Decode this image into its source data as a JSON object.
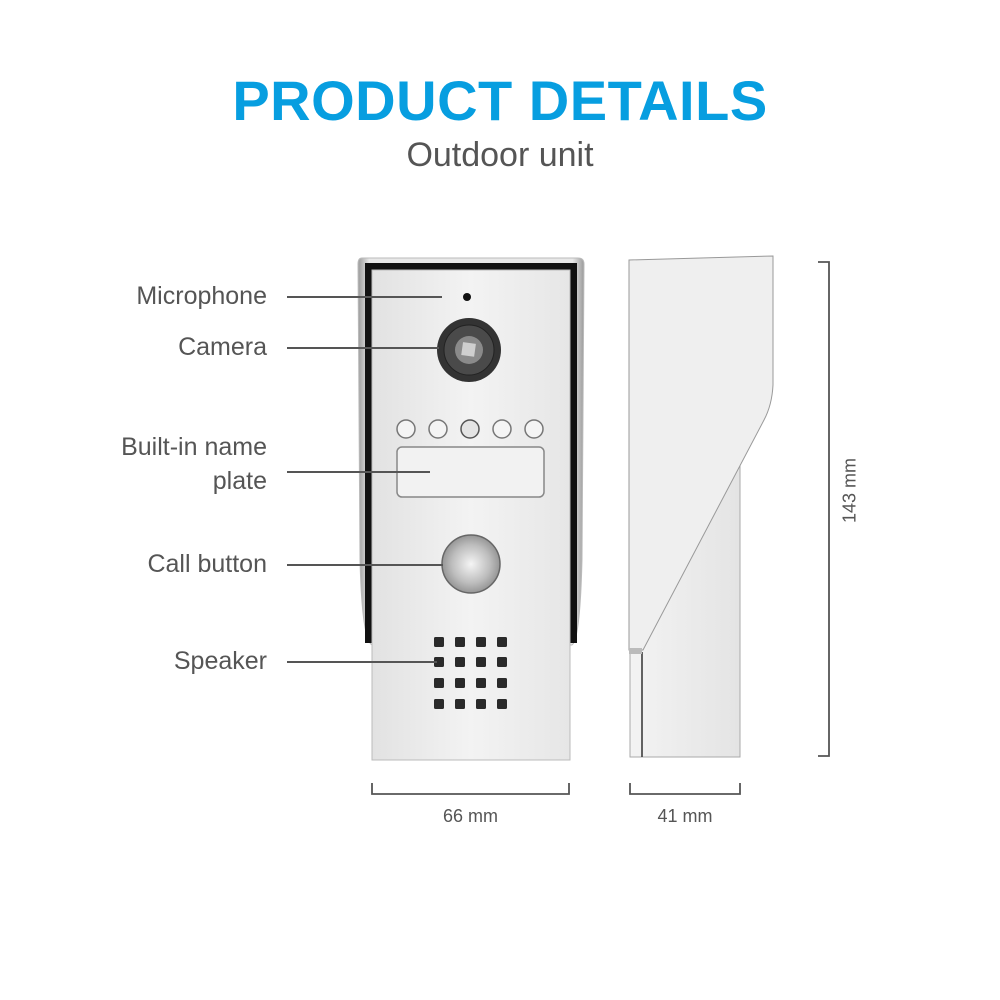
{
  "header": {
    "title": "PRODUCT DETAILS",
    "subtitle": "Outdoor unit",
    "accent_color": "#079ee0"
  },
  "callouts": [
    {
      "label": "Microphone"
    },
    {
      "label": "Camera"
    },
    {
      "label_line1": "Built-in name",
      "label_line2": "plate"
    },
    {
      "label": "Call button"
    },
    {
      "label": "Speaker"
    }
  ],
  "dimensions": {
    "width": "66 mm",
    "depth": "41 mm",
    "height": "143 mm"
  },
  "front_view": {
    "indicator_leds": 5,
    "speaker_grid": "4x4"
  }
}
